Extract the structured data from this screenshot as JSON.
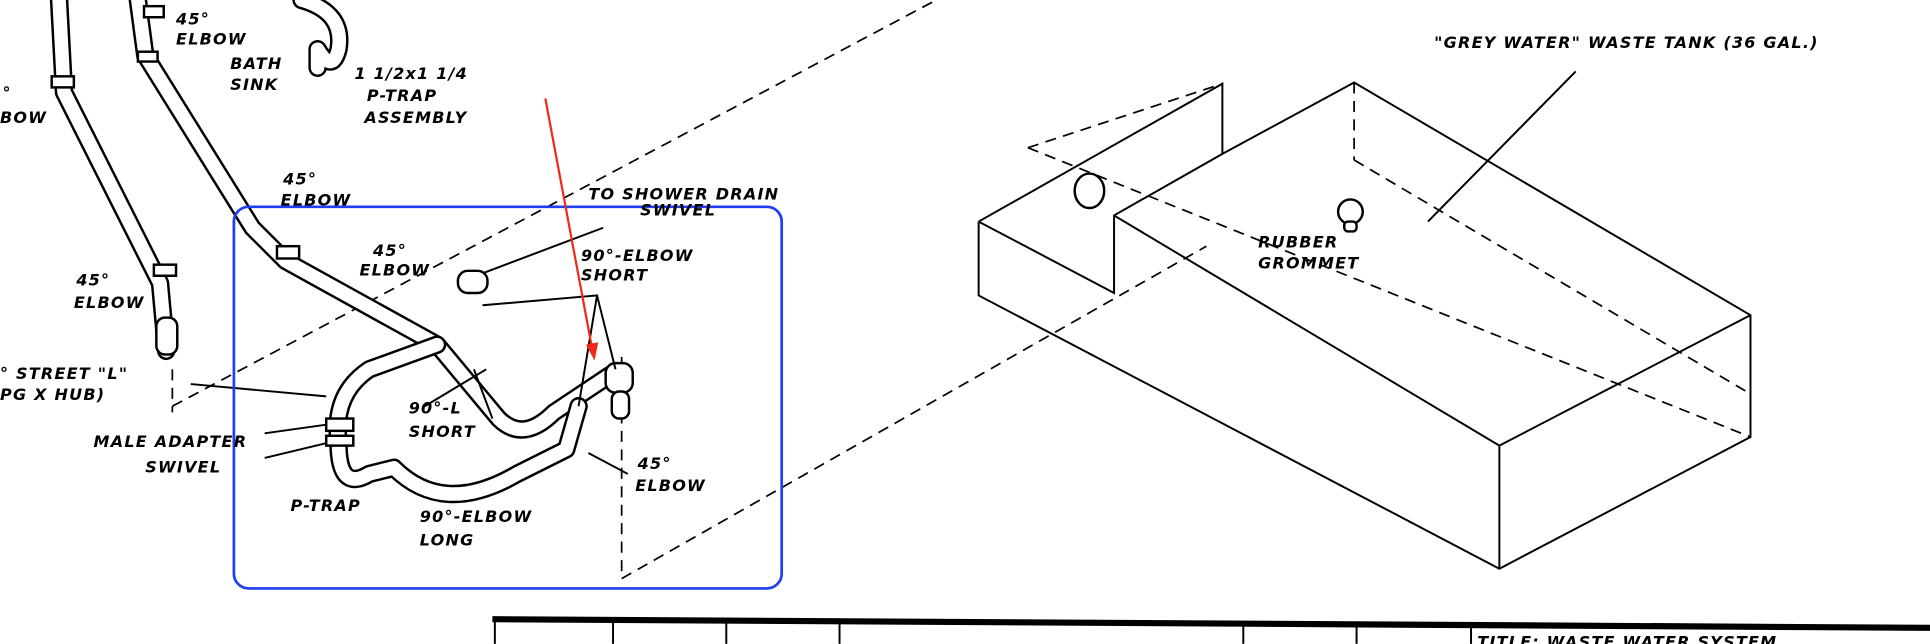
{
  "labels": {
    "top_elbow": [
      "45°",
      "ELBOW"
    ],
    "bath_sink": [
      "BATH",
      "SINK"
    ],
    "ptrap_assembly": [
      "1 1/2x1 1/4",
      "P-TRAP",
      "ASSEMBLY"
    ],
    "left_partial_elbow": [
      "°",
      "BOW"
    ],
    "mid_elbow": [
      "45°",
      "ELBOW"
    ],
    "shower_drain": [
      "TO SHOWER DRAIN",
      "SWIVEL"
    ],
    "left_elbow": [
      "45°",
      "ELBOW"
    ],
    "inner_elbow": [
      "45°",
      "ELBOW"
    ],
    "elbow_short_top": [
      "90°-ELBOW",
      "SHORT"
    ],
    "street_l": [
      "° STREET \"L\"",
      "PG X HUB)"
    ],
    "male_adapter": "MALE ADAPTER",
    "swivel": "SWIVEL",
    "elbow_short_mid": [
      "90°-L",
      "SHORT"
    ],
    "ptrap": "P-TRAP",
    "elbow_long": [
      "90°-ELBOW",
      "LONG"
    ],
    "right_elbow": [
      "45°",
      "ELBOW"
    ],
    "tank": "\"GREY WATER\" WASTE TANK (36 GAL.)",
    "grommet": [
      "RUBBER",
      "GROMMET"
    ],
    "title_block": "TITLE: WASTE WATER SYSTEM"
  },
  "colors": {
    "highlight_box": "#1f3ff5",
    "arrow": "#f02a1a"
  }
}
